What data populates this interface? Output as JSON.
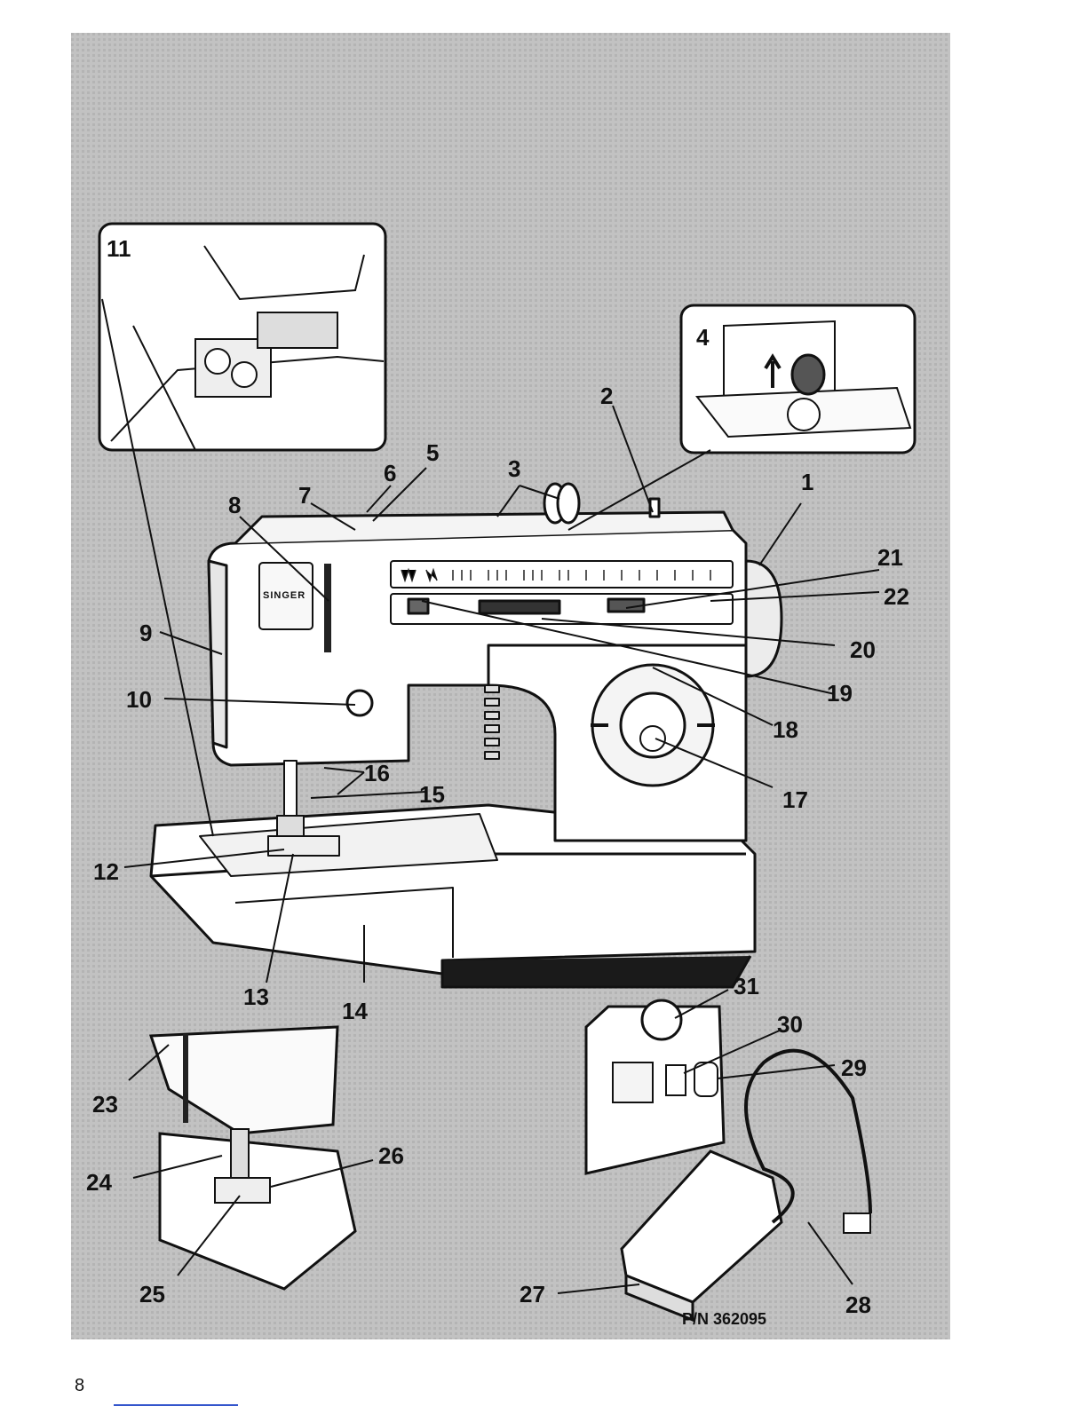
{
  "figure": {
    "callouts": [
      "1",
      "2",
      "3",
      "4",
      "5",
      "6",
      "7",
      "8",
      "9",
      "10",
      "11",
      "12",
      "13",
      "14",
      "15",
      "16",
      "17",
      "18",
      "19",
      "20",
      "21",
      "22",
      "23",
      "24",
      "25",
      "26",
      "27",
      "28",
      "29",
      "30",
      "31"
    ],
    "brand_text": "SINGER",
    "part_number": "P/N 362095"
  },
  "page": {
    "number": "8"
  },
  "icons": [
    "sewing-machine-illustration",
    "bobbin-inset-illustration",
    "foot-pedal-illustration"
  ]
}
